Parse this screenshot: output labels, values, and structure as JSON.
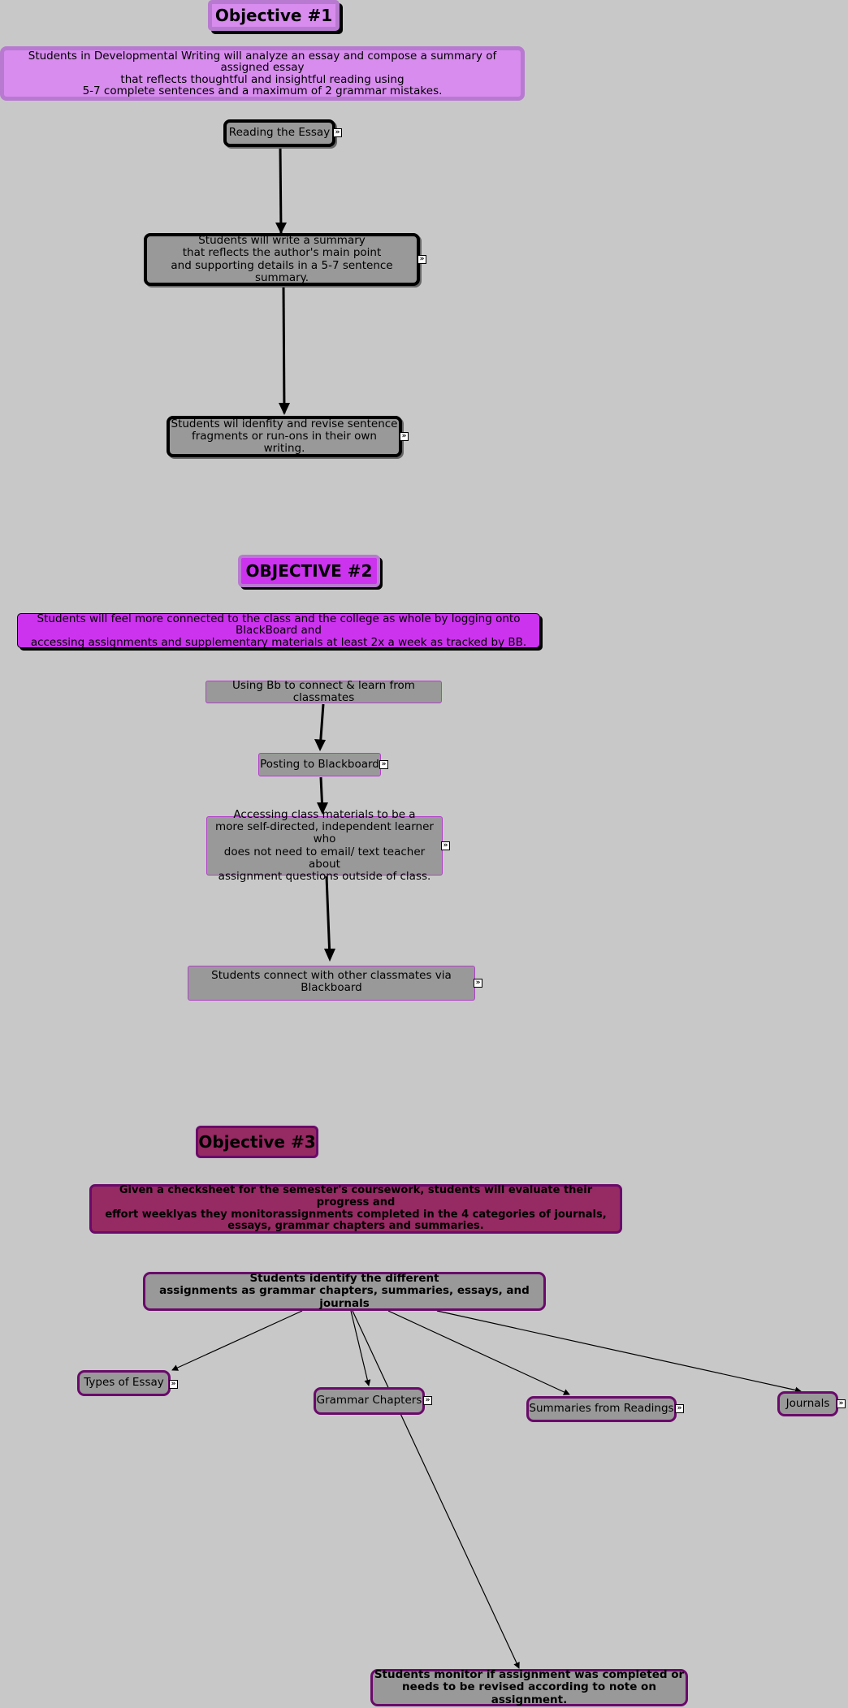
{
  "colors": {
    "background": "#c8c8c8",
    "obj1_fill": "#d78cee",
    "obj1_border": "#b87ad0",
    "obj2_fill": "#cc33ee",
    "obj3_fill": "#962a62",
    "obj3_border": "#6a0a6a",
    "concept_fill": "#999999"
  },
  "link_icon": "double-chevron-right-icon",
  "objective1": {
    "title": "Objective #1",
    "statement": "Students in Developmental Writing will  analyze an essay and compose a  summary of assigned essay\nthat reflects thoughtful and insightful reading  using\n5-7 complete sentences and a maximum of 2 grammar mistakes.",
    "concepts": {
      "reading": "Reading the Essay",
      "summary": "Students will write a summary\nthat reflects the author's main point\nand supporting details in a 5-7 sentence summary.",
      "revise": "Students wil idenfity and revise  sentence\nfragments or run-ons in their own writing."
    }
  },
  "objective2": {
    "title": "OBJECTIVE #2",
    "statement": "Students will feel more connected to the class and the college as whole by logging onto BlackBoard and\naccessing assignments and supplementary materials at least 2x a week as tracked by BB.",
    "concepts": {
      "using_bb": "Using Bb to connect & learn from classmates",
      "posting": "Posting to Blackboard",
      "accessing": "Accessing class materials to be a\nmore self-directed,  independent learner who\ndoes not need to email/ text teacher about\nassignment questions outside of class.",
      "connect": "Students connect with other classmates via Blackboard"
    }
  },
  "objective3": {
    "title": "Objective #3",
    "statement": "Given a checksheet for the semester's coursework, students will evaluate their progress  and\neffort weeklyas they  monitorassignments completed in the  4 categories of journals,\nessays, grammar chapters and summaries.",
    "concepts": {
      "identify": "Students identify the different\nassignments as grammar chapters,  summaries, essays,  and journals",
      "types": "Types of Essay",
      "grammar": "Grammar Chapters",
      "summaries": "Summaries from Readings",
      "journals": "Journals",
      "monitor": "Students monitor if assignment was completed or\nneeds to be revised according to note on assignment."
    }
  }
}
